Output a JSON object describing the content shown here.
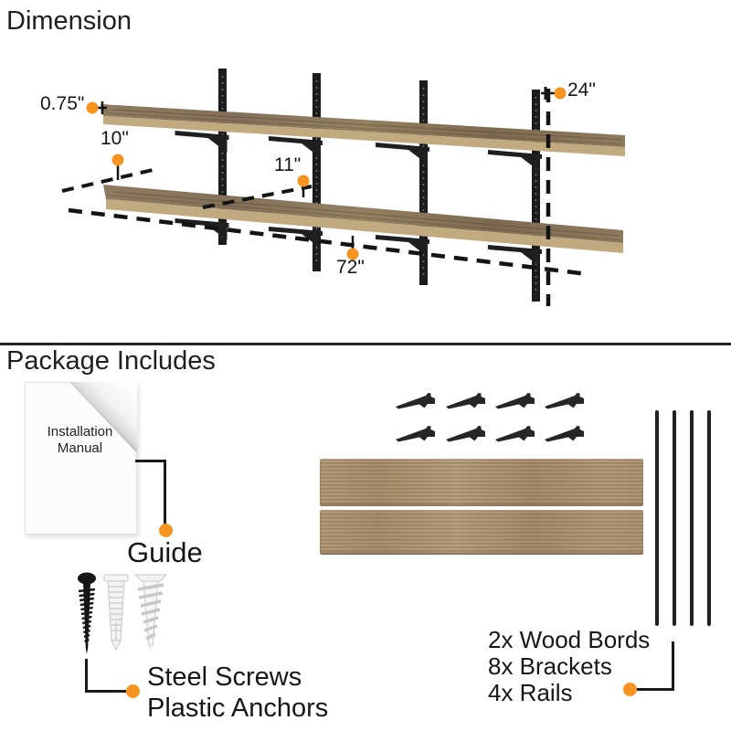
{
  "colors": {
    "accent_orange": "#F5941F",
    "ink": "#1A1A1A",
    "wood_top": "#8A775C",
    "wood_edge": "#C2AA80",
    "package_wood": "#B19877",
    "metal_black": "#212121"
  },
  "dimension": {
    "title": "Dimension",
    "labels": {
      "d075": "0.75\"",
      "d10": "10\"",
      "d11": "11\"",
      "d24": "24\"",
      "d72": "72\""
    }
  },
  "package": {
    "title": "Package Includes",
    "manual_line1": "Installation",
    "manual_line2": "Manual",
    "guide_label": "Guide",
    "screws_label": "Steel Screws",
    "anchors_label": "Plastic Anchors",
    "parts": [
      "2x Wood Bords",
      "8x Brackets",
      "4x Rails"
    ]
  }
}
